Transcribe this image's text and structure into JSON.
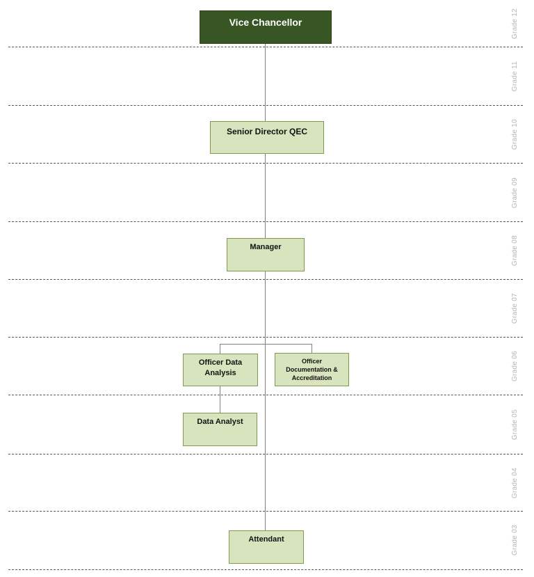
{
  "grades": [
    "Grade 12",
    "Grade 11",
    "Grade 10",
    "Grade 09",
    "Grade 08",
    "Grade 07",
    "Grade 06",
    "Grade 05",
    "Grade 04",
    "Grade 03"
  ],
  "nodes": {
    "vice_chancellor": "Vice Chancellor",
    "senior_director": "Senior Director QEC",
    "manager": "Manager",
    "officer_data_analysis": "Officer Data Analysis",
    "officer_documentation": "Officer Documentation & Accreditation",
    "data_analyst": "Data Analyst",
    "attendant": "Attendant"
  },
  "colors": {
    "top_node_fill": "#375623",
    "node_fill": "#d7e4bd",
    "node_border": "#7f9a52",
    "connector": "#808080",
    "grade_label": "#b5b5b5"
  }
}
